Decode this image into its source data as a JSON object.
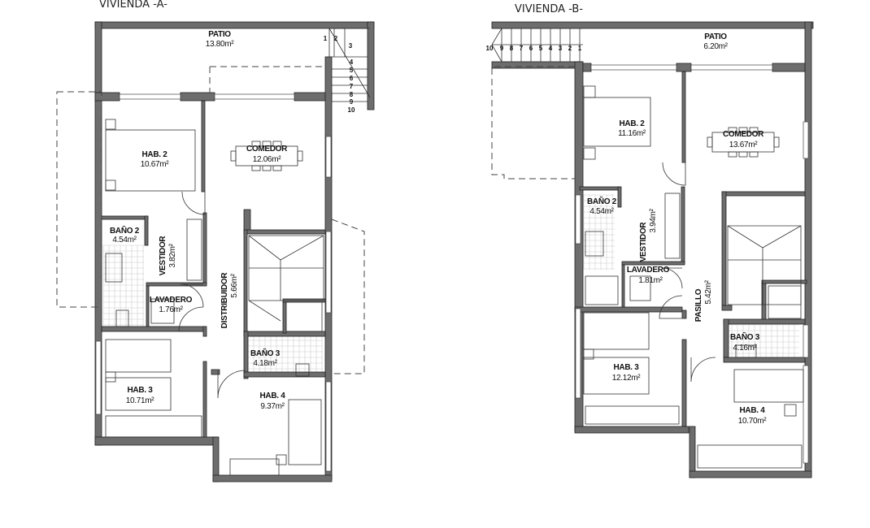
{
  "plans": [
    {
      "title": "VIVIENDA -A-",
      "rooms": [
        {
          "name": "PATIO",
          "area": "13.80m²"
        },
        {
          "name": "HAB. 2",
          "area": "10.67m²"
        },
        {
          "name": "COMEDOR",
          "area": "12.06m²"
        },
        {
          "name": "BAÑO 2",
          "area": "4.54m²"
        },
        {
          "name": "VESTIDOR",
          "area": "3.82m²"
        },
        {
          "name": "LAVADERO",
          "area": "1.76m²"
        },
        {
          "name": "DISTRIBUIDOR",
          "area": "5.66m²"
        },
        {
          "name": "BAÑO 3",
          "area": "4.18m²"
        },
        {
          "name": "HAB. 3",
          "area": "10.71m²"
        },
        {
          "name": "HAB. 4",
          "area": "9.37m²"
        }
      ],
      "stair_steps": [
        "1",
        "2",
        "3",
        "4",
        "5",
        "6",
        "7",
        "8",
        "9",
        "10"
      ]
    },
    {
      "title": "VIVIENDA -B-",
      "rooms": [
        {
          "name": "PATIO",
          "area": "6.20m²"
        },
        {
          "name": "HAB. 2",
          "area": "11.16m²"
        },
        {
          "name": "COMEDOR",
          "area": "13.67m²"
        },
        {
          "name": "BAÑO 2",
          "area": "4.54m²"
        },
        {
          "name": "VESTIDOR",
          "area": "3.94m²"
        },
        {
          "name": "LAVADERO",
          "area": "1.81m²"
        },
        {
          "name": "PASILLO",
          "area": "5.42m²"
        },
        {
          "name": "BAÑO 3",
          "area": "4.16m²"
        },
        {
          "name": "HAB. 3",
          "area": "12.12m²"
        },
        {
          "name": "HAB. 4",
          "area": "10.70m²"
        }
      ],
      "stair_steps": [
        "10",
        "9",
        "8",
        "7",
        "6",
        "5",
        "4",
        "3",
        "2",
        "1"
      ]
    }
  ],
  "colors": {
    "wall": "#6d6d6d",
    "line": "#222222"
  }
}
